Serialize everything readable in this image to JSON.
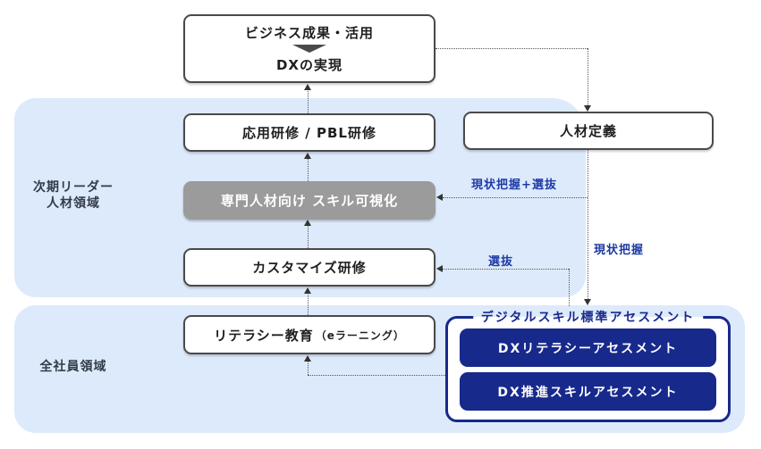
{
  "colors": {
    "navy": "#18298c",
    "label_blue": "#1e3aa5",
    "band_blue": "#ddeafb",
    "gray_fill": "#9b9b9b",
    "border_dark": "#4a4a4a",
    "text_dark": "#1f1f1f",
    "region_text": "#323b47",
    "connector": "#555555"
  },
  "regions": {
    "leader": {
      "label_line1": "次期リーダー",
      "label_line2": "人材領域"
    },
    "all_employees": {
      "label": "全社員領域"
    }
  },
  "nodes": {
    "outcome": {
      "line1": "ビジネス成果・活用",
      "line2": "DXの実現"
    },
    "applied_training": {
      "label": "応用研修 / PBL研修"
    },
    "skill_visualization": {
      "label": "専門人材向け スキル可視化"
    },
    "customized_training": {
      "label": "カスタマイズ研修"
    },
    "literacy_education": {
      "label": "リテラシー教育",
      "label_sub": "（eラーニング）"
    },
    "talent_definition": {
      "label": "人材定義"
    },
    "assessment": {
      "title": "デジタルスキル標準アセスメント",
      "items": [
        "DXリテラシーアセスメント",
        "DX推進スキルアセスメント"
      ]
    }
  },
  "edge_labels": {
    "grasp_select": "現状把握+選抜",
    "select": "選抜",
    "grasp": "現状把握"
  }
}
